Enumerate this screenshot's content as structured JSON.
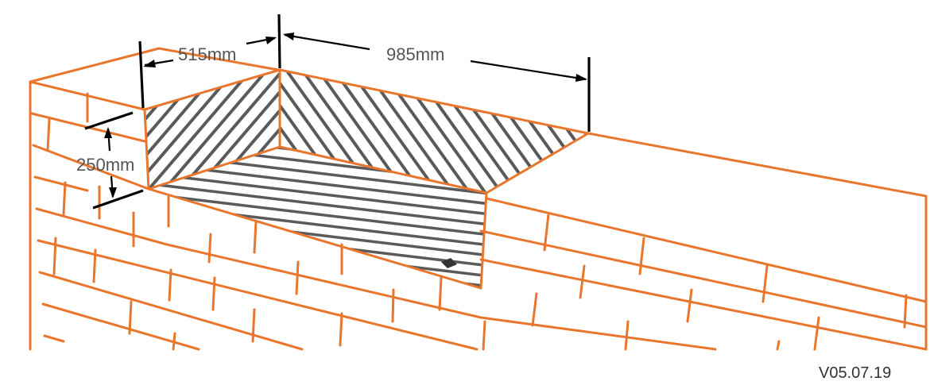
{
  "dimensions": {
    "width_label": "515mm",
    "length_label": "985mm",
    "depth_label": "250mm"
  },
  "version": "V05.07.19",
  "colors": {
    "brick_outline": "#e8762c",
    "hatch_line": "#5a5a5a",
    "dimension_line": "#000000",
    "marker": "#333333"
  }
}
